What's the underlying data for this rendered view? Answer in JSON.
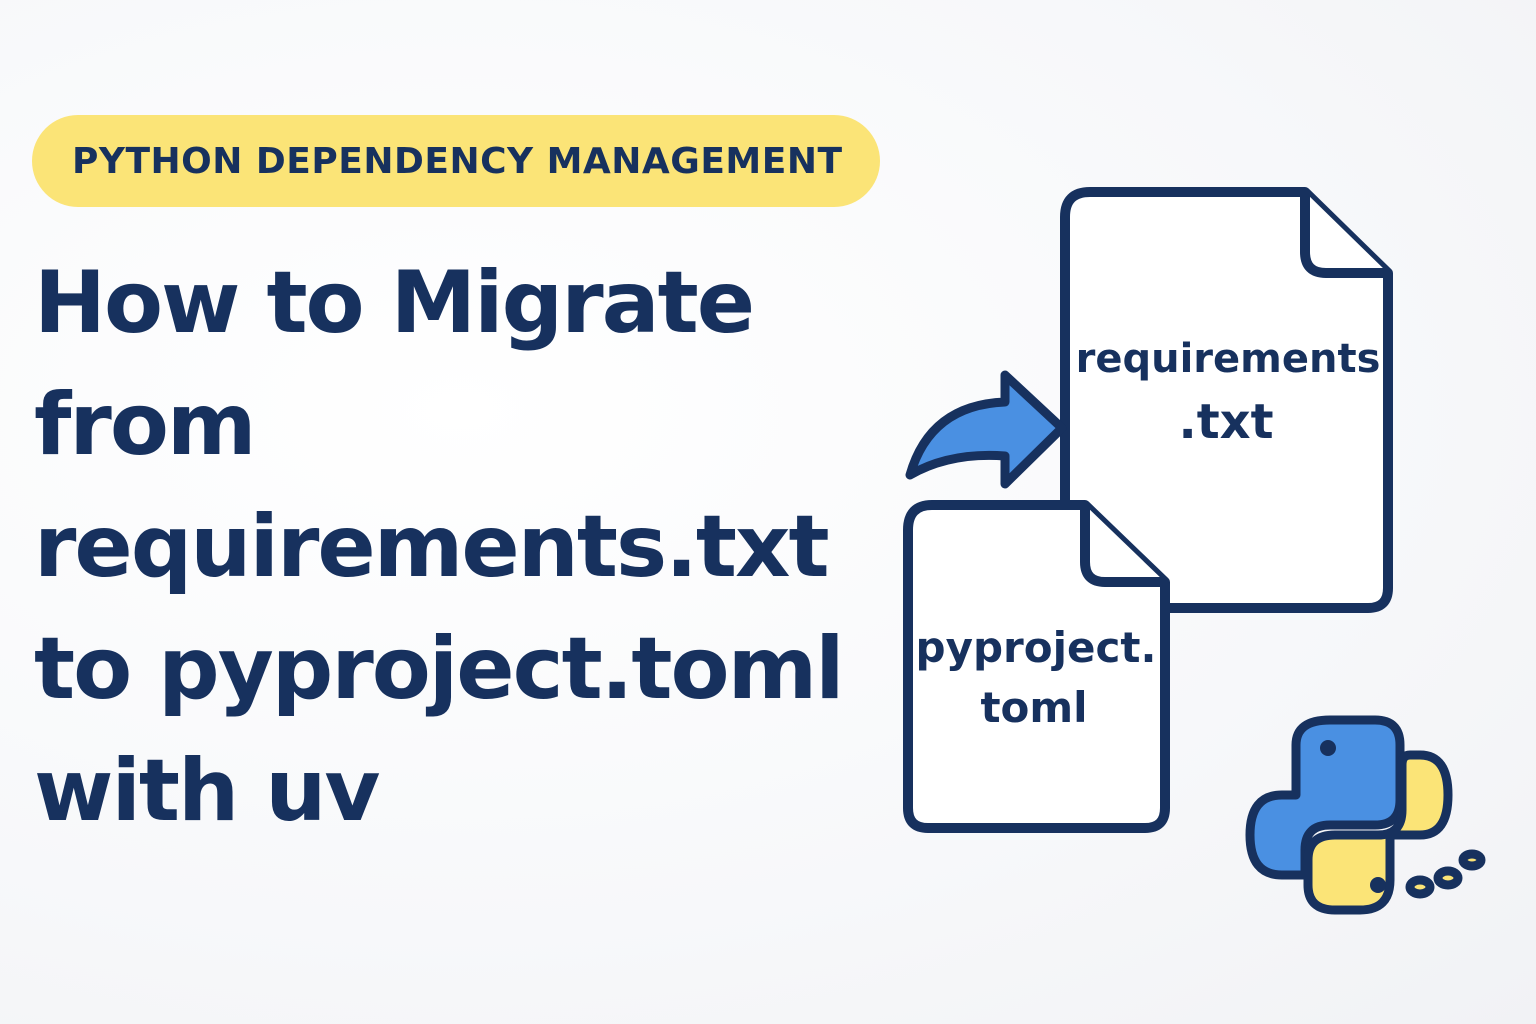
{
  "badge": {
    "label": "PYTHON DEPENDENCY MANAGEMENT"
  },
  "title": {
    "lines": [
      "How to Migrate",
      "from",
      "requirements.txt",
      "to pyproject.toml",
      "with uv"
    ]
  },
  "documents": {
    "requirements": {
      "line1": "requirements",
      "line2": ".txt"
    },
    "pyproject": {
      "line1": "pyproject.",
      "line2": "toml"
    }
  },
  "icons": {
    "arrow": "curved-arrow-icon",
    "logo": "python-logo-icon"
  },
  "colors": {
    "navy": "#17315e",
    "badge_yellow": "#fbe477",
    "arrow_blue": "#4a90e2",
    "python_blue": "#4a90e2",
    "python_yellow": "#fbe477"
  }
}
